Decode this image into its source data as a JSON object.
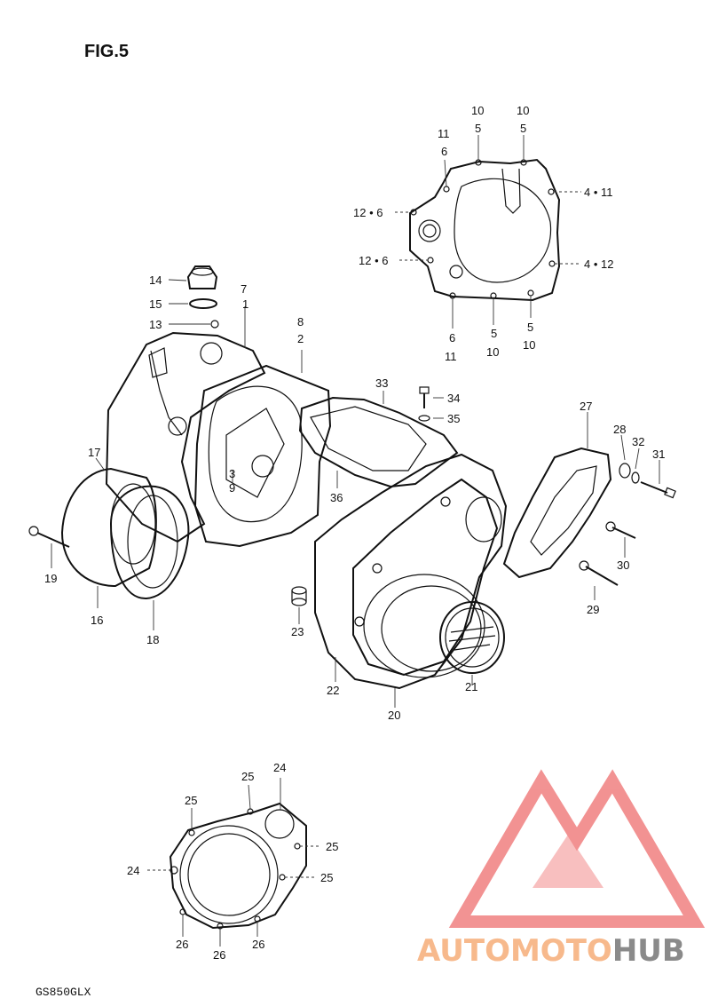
{
  "figure": {
    "title": "FIG.5",
    "model": "GS850GLX"
  },
  "watermark": {
    "word_a": "AUTOMOTO",
    "word_b": "HUB",
    "color_a": "#f7b98c",
    "color_b": "#8a8a8a",
    "logo_color": "#f08080"
  },
  "callouts": [
    {
      "id": "c1",
      "text": "10"
    },
    {
      "id": "c2",
      "text": "5"
    },
    {
      "id": "c3",
      "text": "10"
    },
    {
      "id": "c4",
      "text": "5"
    },
    {
      "id": "c5",
      "text": "11"
    },
    {
      "id": "c6",
      "text": "6"
    },
    {
      "id": "c7",
      "text": "4 • 11"
    },
    {
      "id": "c8",
      "text": "12 • 6"
    },
    {
      "id": "c9",
      "text": "12 • 6"
    },
    {
      "id": "c10",
      "text": "4 • 12"
    },
    {
      "id": "c11",
      "text": "6"
    },
    {
      "id": "c12",
      "text": "11"
    },
    {
      "id": "c13",
      "text": "5"
    },
    {
      "id": "c14",
      "text": "10"
    },
    {
      "id": "c15",
      "text": "5"
    },
    {
      "id": "c16",
      "text": "10"
    },
    {
      "id": "c17",
      "text": "14"
    },
    {
      "id": "c18",
      "text": "15"
    },
    {
      "id": "c19",
      "text": "13"
    },
    {
      "id": "c20",
      "text": "7"
    },
    {
      "id": "c21",
      "text": "1"
    },
    {
      "id": "c22",
      "text": "8"
    },
    {
      "id": "c23",
      "text": "2"
    },
    {
      "id": "c24",
      "text": "33"
    },
    {
      "id": "c25",
      "text": "34"
    },
    {
      "id": "c26",
      "text": "35"
    },
    {
      "id": "c27",
      "text": "27"
    },
    {
      "id": "c28",
      "text": "28"
    },
    {
      "id": "c29",
      "text": "32"
    },
    {
      "id": "c30",
      "text": "31"
    },
    {
      "id": "c31",
      "text": "17"
    },
    {
      "id": "c32",
      "text": "3"
    },
    {
      "id": "c33",
      "text": "9"
    },
    {
      "id": "c34",
      "text": "36"
    },
    {
      "id": "c35",
      "text": "19"
    },
    {
      "id": "c36",
      "text": "16"
    },
    {
      "id": "c37",
      "text": "18"
    },
    {
      "id": "c38",
      "text": "30"
    },
    {
      "id": "c39",
      "text": "29"
    },
    {
      "id": "c40",
      "text": "23"
    },
    {
      "id": "c41",
      "text": "22"
    },
    {
      "id": "c42",
      "text": "21"
    },
    {
      "id": "c43",
      "text": "20"
    },
    {
      "id": "c44",
      "text": "24"
    },
    {
      "id": "c45",
      "text": "25"
    },
    {
      "id": "c46",
      "text": "25"
    },
    {
      "id": "c47",
      "text": "25"
    },
    {
      "id": "c48",
      "text": "24"
    },
    {
      "id": "c49",
      "text": "25"
    },
    {
      "id": "c50",
      "text": "26"
    },
    {
      "id": "c51",
      "text": "26"
    },
    {
      "id": "c52",
      "text": "26"
    }
  ]
}
